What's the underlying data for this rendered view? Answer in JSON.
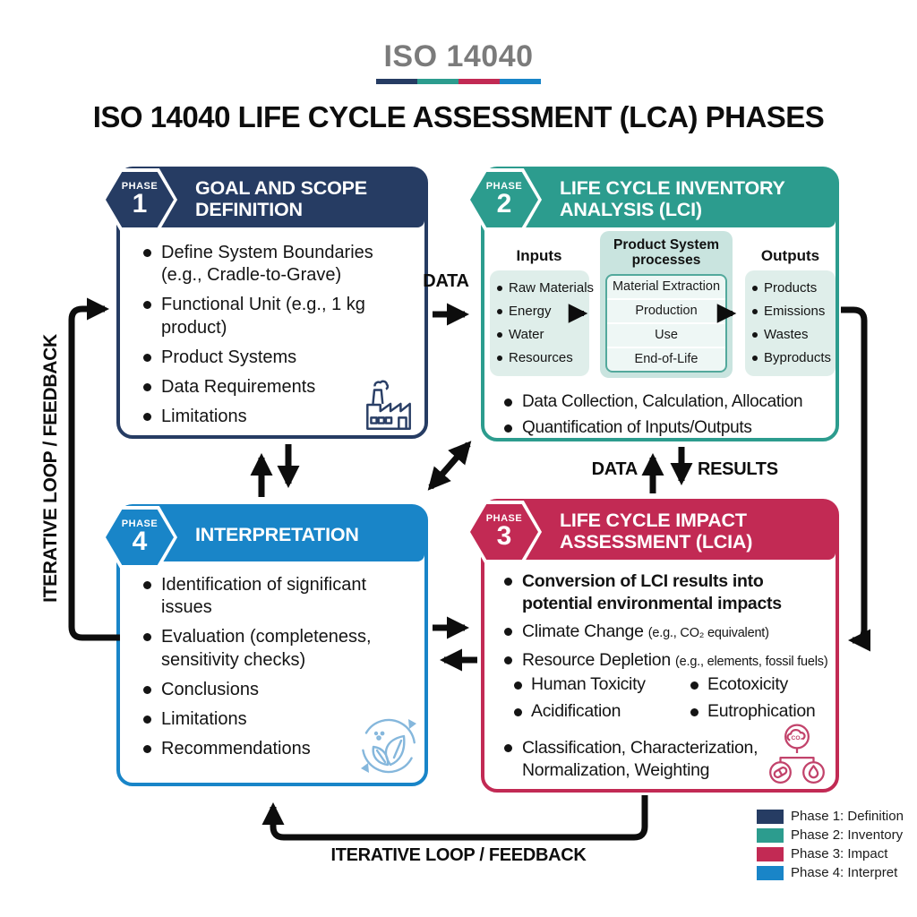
{
  "title_block": {
    "kicker": "ISO 14040",
    "main_title": "ISO 14040 LIFE CYCLE ASSESSMENT (LCA) PHASES"
  },
  "colors": {
    "phase1_navy": "#263C63",
    "phase2_teal": "#2C9C8E",
    "phase3_crimson": "#C22A54",
    "phase4_blue": "#1985C8"
  },
  "phases": {
    "p1": {
      "badge_word": "PHASE",
      "badge_number": "1",
      "title": "GOAL AND SCOPE DEFINITION",
      "bullets": [
        "Define System Boundaries (e.g., Cradle-to-Grave)",
        "Functional Unit (e.g., 1 kg product)",
        "Product Systems",
        "Data Requirements",
        "Limitations"
      ],
      "icon": "factory-icon"
    },
    "p2": {
      "badge_word": "PHASE",
      "badge_number": "2",
      "title": "LIFE CYCLE INVENTORY ANALYSIS (LCI)",
      "inputs": {
        "header": "Inputs",
        "items": [
          "Raw Materials",
          "Energy",
          "Water",
          "Resources"
        ]
      },
      "process": {
        "header": "Product System processes",
        "rows": [
          "Material Extraction",
          "Production",
          "Use",
          "End-of-Life"
        ]
      },
      "outputs": {
        "header": "Outputs",
        "items": [
          "Products",
          "Emissions",
          "Wastes",
          "Byproducts"
        ]
      },
      "bullets": [
        "Data Collection, Calculation, Allocation",
        "Quantification of Inputs/Outputs"
      ]
    },
    "p3": {
      "badge_word": "PHASE",
      "badge_number": "3",
      "title": "LIFE CYCLE IMPACT ASSESSMENT (LCIA)",
      "lead_bullet": "Conversion of LCI results into potential environmental impacts",
      "impact_bullets": [
        {
          "text": "Climate Change",
          "note": "(e.g., CO₂ equivalent)"
        },
        {
          "text": "Resource Depletion",
          "note": "(e.g., elements, fossil fuels)"
        }
      ],
      "pair_rows": [
        {
          "left": "Human Toxicity",
          "right": "Ecotoxicity"
        },
        {
          "left": "Acidification",
          "right": "Eutrophication"
        }
      ],
      "footer_bullet": "Classification, Characterization, Normalization, Weighting",
      "icon": "co2-impact-icon"
    },
    "p4": {
      "badge_word": "PHASE",
      "badge_number": "4",
      "title": "INTERPRETATION",
      "bullets": [
        "Identification of significant issues",
        "Evaluation (completeness, sensitivity checks)",
        "Conclusions",
        "Limitations",
        "Recommendations"
      ],
      "icon": "leaf-recycle-icon"
    }
  },
  "flow_labels": {
    "data_p1_p2": "DATA",
    "data_p3_p2": "DATA",
    "results_p2_p3": "RESULTS",
    "left_loop": "ITERATIVE LOOP / FEEDBACK",
    "bottom_loop": "ITERATIVE LOOP / FEEDBACK"
  },
  "legend": {
    "items": [
      {
        "label": "Phase 1: Definition",
        "color": "#263C63"
      },
      {
        "label": "Phase 2: Inventory",
        "color": "#2C9C8E"
      },
      {
        "label": "Phase 3: Impact",
        "color": "#C22A54"
      },
      {
        "label": "Phase 4: Interpret",
        "color": "#1985C8"
      }
    ]
  }
}
